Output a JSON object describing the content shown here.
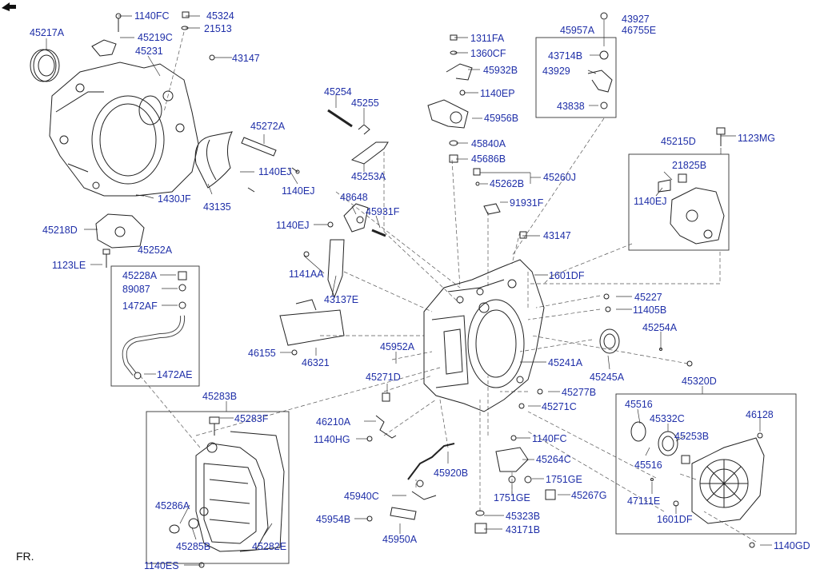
{
  "diagram": {
    "labels": {
      "1140FC_top": "1140FC",
      "45324": "45324",
      "21513": "21513",
      "45217A": "45217A",
      "45219C": "45219C",
      "45231": "45231",
      "43147_top": "43147",
      "45254": "45254",
      "45255": "45255",
      "45272A": "45272A",
      "1140EJ_a": "1140EJ",
      "1140EJ_b": "1140EJ",
      "1430JF": "1430JF",
      "43135": "43135",
      "45253A": "45253A",
      "1311FA": "1311FA",
      "1360CF": "1360CF",
      "45932B": "45932B",
      "1140EP": "1140EP",
      "45956B": "45956B",
      "45840A": "45840A",
      "45686B": "45686B",
      "45260J": "45260J",
      "45262B": "45262B",
      "91931F": "91931F",
      "43147_mid": "43147",
      "45957A": "45957A",
      "43927": "43927",
      "46755E": "46755E",
      "43714B": "43714B",
      "43929": "43929",
      "43838": "43838",
      "1123MG": "1123MG",
      "45215D": "45215D",
      "21825B": "21825B",
      "1140EJ_c": "1140EJ",
      "48648": "48648",
      "45931F": "45931F",
      "1140EJ_d": "1140EJ",
      "45218D": "45218D",
      "45252A": "45252A",
      "1123LE": "1123LE",
      "45228A": "45228A",
      "89087": "89087",
      "1472AF": "1472AF",
      "1472AE": "1472AE",
      "1141AA": "1141AA",
      "43137E": "43137E",
      "1601DF_a": "1601DF",
      "45227": "45227",
      "11405B": "11405B",
      "45254A": "45254A",
      "46155": "46155",
      "46321": "46321",
      "45952A": "45952A",
      "45241A": "45241A",
      "45245A": "45245A",
      "45271D": "45271D",
      "45277B": "45277B",
      "45271C": "45271C",
      "45320D": "45320D",
      "45283B": "45283B",
      "45283F": "45283F",
      "46210A": "46210A",
      "1140HG": "1140HG",
      "1140FC_mid": "1140FC",
      "45516_a": "45516",
      "45332C": "45332C",
      "46128": "46128",
      "45253B": "45253B",
      "45264C": "45264C",
      "45516_b": "45516",
      "45920B": "45920B",
      "1751GE_a": "1751GE",
      "1751GE_b": "1751GE",
      "45267G": "45267G",
      "47111E": "47111E",
      "45940C": "45940C",
      "45286A": "45286A",
      "45954B": "45954B",
      "45323B": "45323B",
      "1601DF_b": "1601DF",
      "43171B": "43171B",
      "45285B": "45285B",
      "45282E": "45282E",
      "45950A": "45950A",
      "1140GD": "1140GD",
      "1140ES": "1140ES"
    },
    "orientation_label": "FR."
  }
}
